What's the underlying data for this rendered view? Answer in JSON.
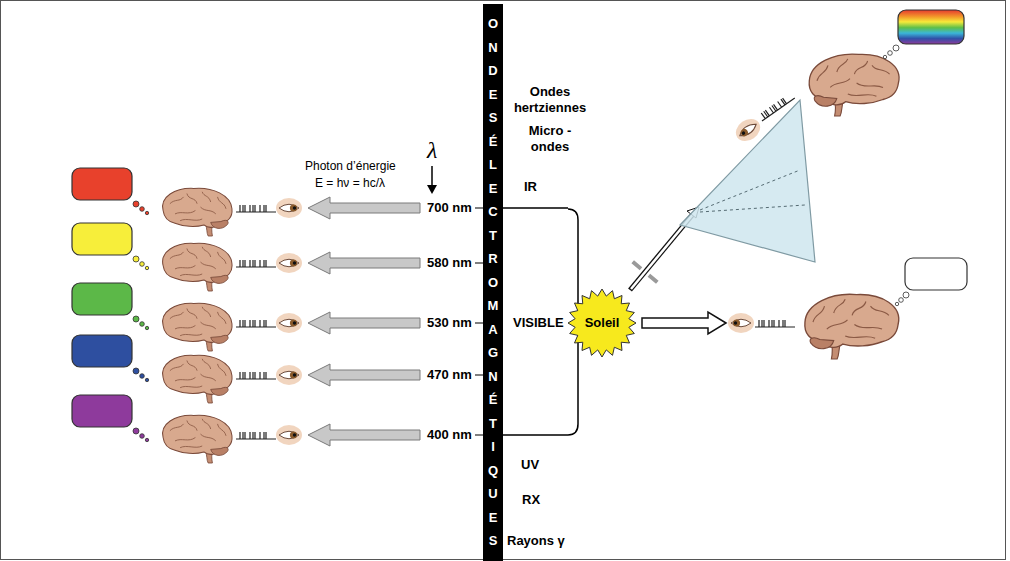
{
  "diagram": {
    "nodes": [
      {
        "text": [
          "ONDES ÉLECTROMAGNÉTIQUES"
        ]
      },
      {
        "text": [
          "Soleil"
        ]
      }
    ],
    "labels": [
      "λ",
      "Photon d’énergie",
      "E = hν = hc/λ",
      "700 nm",
      "580 nm",
      "530 nm",
      "470 nm",
      "400 nm",
      "Ondes hertziennes",
      "Micro -ondes",
      "IR",
      "VISIBLE",
      "UV",
      "RX",
      "Rayons γ"
    ]
  }
}
